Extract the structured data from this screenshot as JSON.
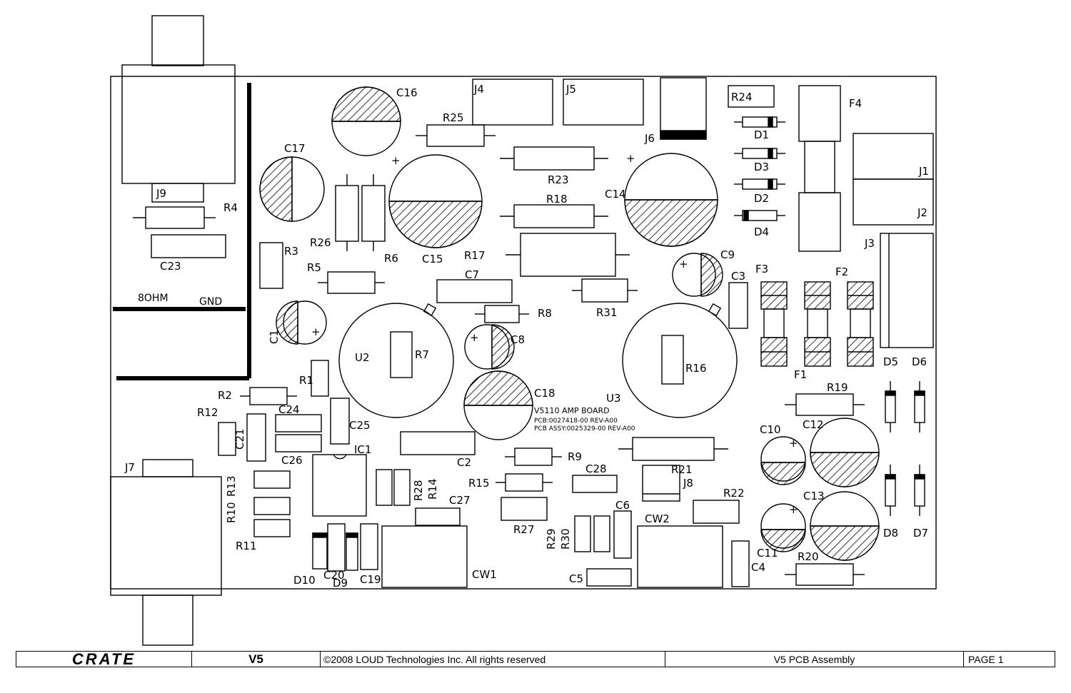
{
  "board": {
    "silkscreen": {
      "board_name": "V5110 AMP BOARD",
      "pcb_number": "PCB:0027418-00 REV-A00",
      "pcb_assy": "PCB ASSY:0025329-00 REV-A00",
      "speaker_label": "8OHM",
      "ground_label": "GND",
      "polarity_mark": "+"
    },
    "designators": {
      "C1": "C1",
      "C2": "C2",
      "C3": "C3",
      "C4": "C4",
      "C5": "C5",
      "C6": "C6",
      "C7": "C7",
      "C8": "C8",
      "C9": "C9",
      "C10": "C10",
      "C11": "C11",
      "C12": "C12",
      "C13": "C13",
      "C14": "C14",
      "C15": "C15",
      "C16": "C16",
      "C17": "C17",
      "C18": "C18",
      "C19": "C19",
      "C20": "C20",
      "C21": "C21",
      "C23": "C23",
      "C24": "C24",
      "C25": "C25",
      "C26": "C26",
      "C27": "C27",
      "C28": "C28",
      "R1": "R1",
      "R2": "R2",
      "R3": "R3",
      "R4": "R4",
      "R5": "R5",
      "R6": "R6",
      "R7": "R7",
      "R8": "R8",
      "R9": "R9",
      "R10": "R10",
      "R11": "R11",
      "R12": "R12",
      "R13": "R13",
      "R14": "R14",
      "R15": "R15",
      "R16": "R16",
      "R17": "R17",
      "R18": "R18",
      "R19": "R19",
      "R20": "R20",
      "R21": "R21",
      "R22": "R22",
      "R23": "R23",
      "R24": "R24",
      "R25": "R25",
      "R26": "R26",
      "R27": "R27",
      "R28": "R28",
      "R29": "R29",
      "R30": "R30",
      "R31": "R31",
      "D1": "D1",
      "D2": "D2",
      "D3": "D3",
      "D4": "D4",
      "D5": "D5",
      "D6": "D6",
      "D7": "D7",
      "D8": "D8",
      "D9": "D9",
      "D10": "D10",
      "J1": "J1",
      "J2": "J2",
      "J3": "J3",
      "J4": "J4",
      "J5": "J5",
      "J6": "J6",
      "J7": "J7",
      "J8": "J8",
      "J9": "J9",
      "F1": "F1",
      "F2": "F2",
      "F3": "F3",
      "F4": "F4",
      "U2": "U2",
      "U3": "U3",
      "IC1": "IC1",
      "CW1": "CW1",
      "CW2": "CW2"
    }
  },
  "title_block": {
    "brand": "CRATE",
    "model": "V5",
    "copyright": "©2008 LOUD Technologies Inc. All rights reserved",
    "document": "V5 PCB Assembly",
    "page": "PAGE 1"
  }
}
